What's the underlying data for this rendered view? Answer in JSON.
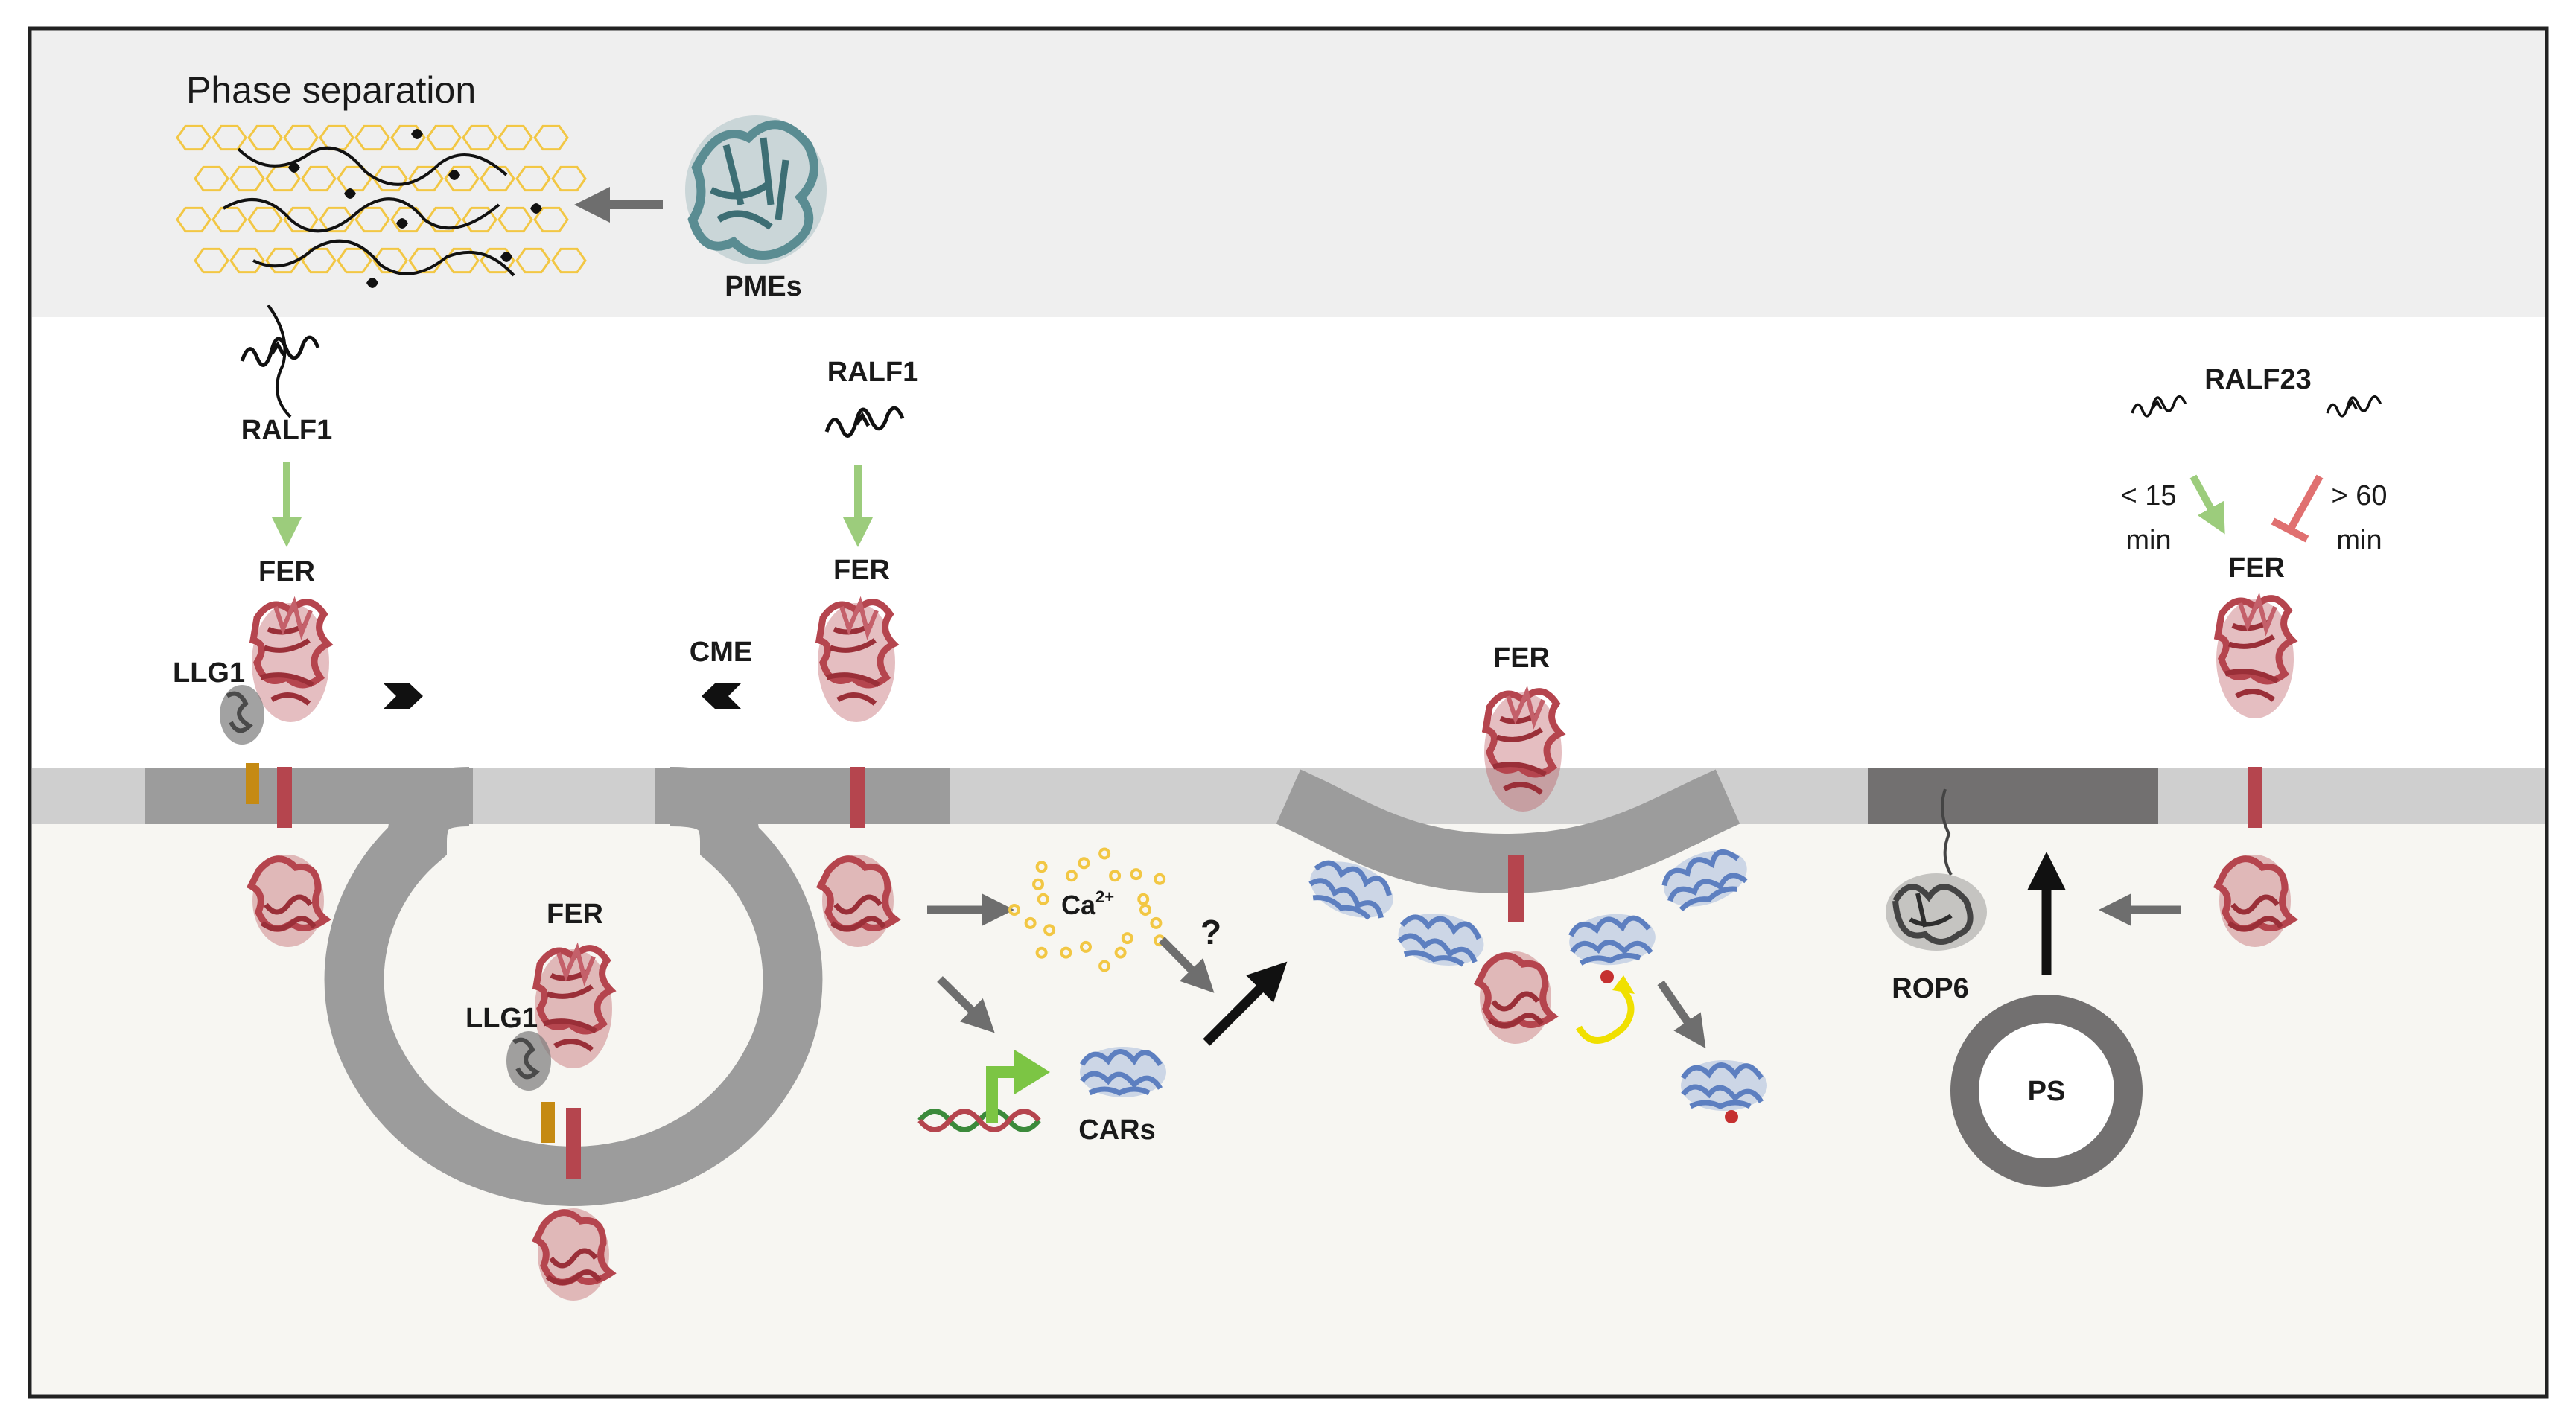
{
  "header": {
    "phase_separation": "Phase separation",
    "pmes": "PMEs"
  },
  "labels": {
    "ralf1_left": "RALF1",
    "ralf1_mid": "RALF1",
    "ralf23": "RALF23",
    "fer_1": "FER",
    "fer_2": "FER",
    "fer_3": "FER",
    "fer_4": "FER",
    "fer_5": "FER",
    "llg1_top": "LLG1",
    "llg1_pit": "LLG1",
    "cme": "CME",
    "ca_base": "Ca",
    "ca_sup": "2+",
    "question": "?",
    "cars": "CARs",
    "rop6": "ROP6",
    "ps": "PS",
    "lt15_a": "< 15",
    "lt15_b": "min",
    "gt60_a": "> 60",
    "gt60_b": "min"
  },
  "colors": {
    "extracellular_band": "#efefef",
    "cytoplasm": "#f7f6f2",
    "membrane_light": "#cfcfcf",
    "membrane_dark": "#9c9c9c",
    "nanodomain": "#727070",
    "fer_protein": "#b5454e",
    "car_protein": "#7b9bd1",
    "activation_arrow": "#9ccc7c",
    "inhibition_arrow": "#e07070",
    "gray_arrow": "#6e6e6e",
    "pectin": "#f2c744",
    "pme_protein": "#5a8c92",
    "calcium": "#f2c744",
    "llg1_orange": "#c58a13"
  },
  "icons": [
    "pectin-lattice",
    "pme-protein",
    "ralf-peptide",
    "fer-receptor",
    "llg1-protein",
    "car-protein",
    "rop6-protein",
    "dna-strand",
    "calcium-ions",
    "ps-vesicle",
    "endocytosis-arrow"
  ]
}
